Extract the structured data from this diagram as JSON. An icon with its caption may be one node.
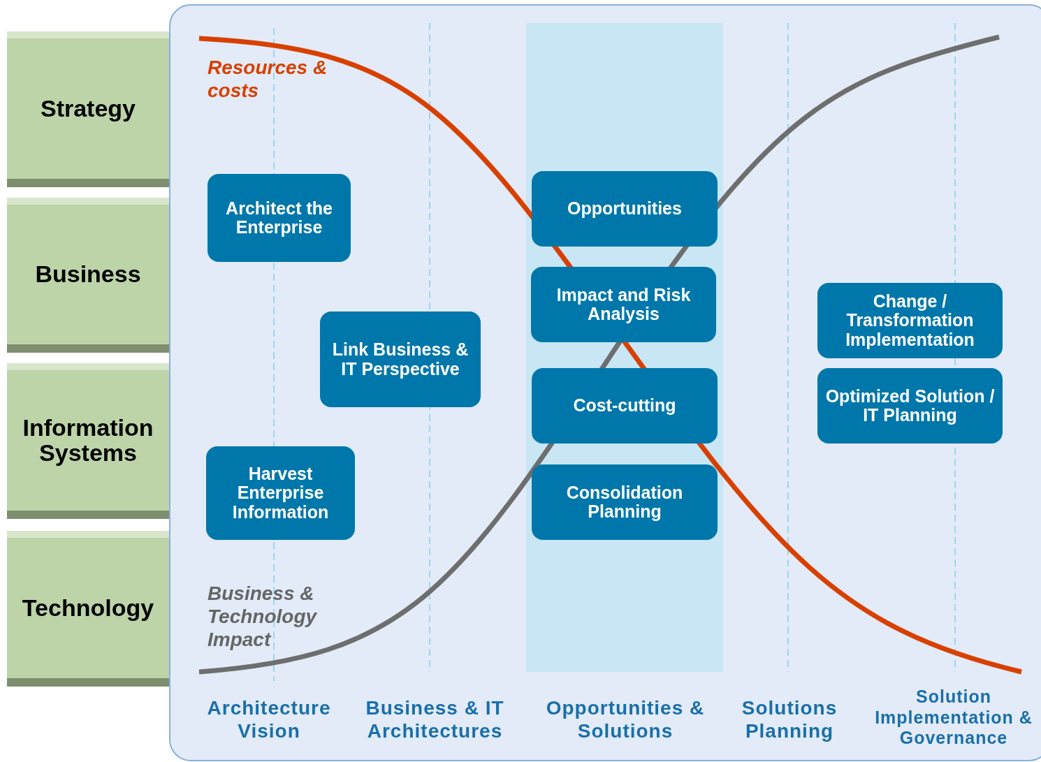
{
  "diagram": {
    "nodes": [
      {
        "text": [
          "Strategy"
        ]
      },
      {
        "text": [
          "Business"
        ]
      },
      {
        "text": [
          "Information Systems"
        ]
      },
      {
        "text": [
          "Technology"
        ]
      },
      {
        "text": [
          "Architect the Enterprise"
        ]
      },
      {
        "text": [
          "Opportunities"
        ]
      },
      {
        "text": [
          "Impact and Risk Analysis"
        ]
      },
      {
        "text": [
          "Change / Transformation Implementation"
        ]
      },
      {
        "text": [
          "Link Business & IT Perspective"
        ]
      },
      {
        "text": [
          "Optimized Solution / IT Planning"
        ]
      },
      {
        "text": [
          "Cost-cutting"
        ]
      },
      {
        "text": [
          "Harvest Enterprise Information"
        ]
      },
      {
        "text": [
          "Consolidation Planning"
        ]
      }
    ],
    "labels": [
      "Resources & costs",
      "Business & Technology Impact",
      "Architecture Vision",
      "Business & IT Architectures",
      "Opportunities & Solutions",
      "Solutions Planning",
      "Solution Implementation & Governance"
    ]
  }
}
